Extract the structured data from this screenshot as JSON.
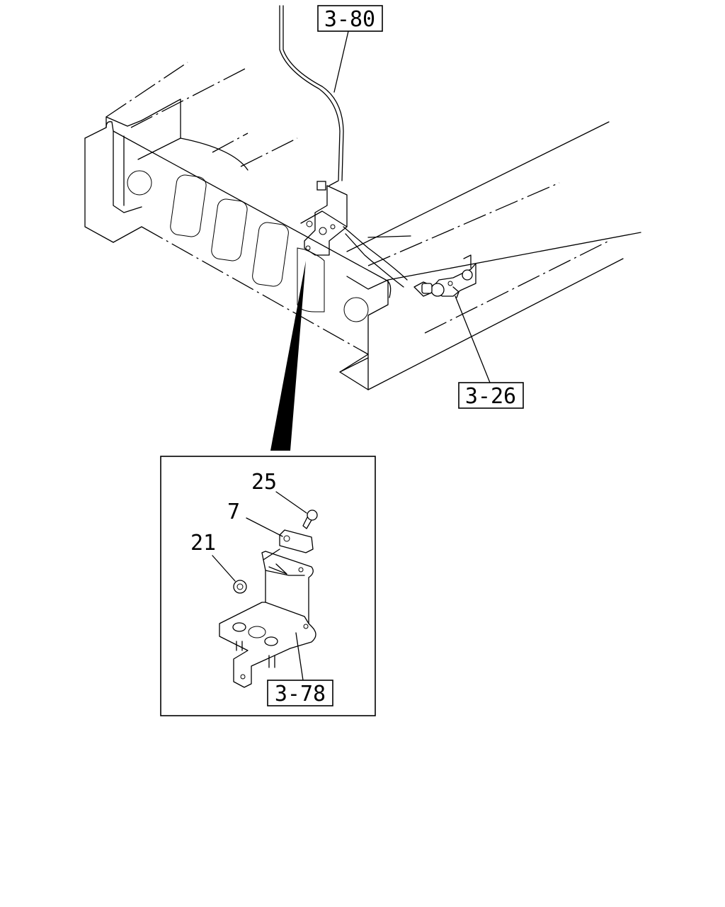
{
  "callouts": {
    "ref_top": "3-80",
    "ref_right": "3-26",
    "ref_detail": "3-78"
  },
  "parts": {
    "part_25": "25",
    "part_7": "7",
    "part_21": "21"
  },
  "colors": {
    "ink": "#000000",
    "paper": "#ffffff"
  }
}
